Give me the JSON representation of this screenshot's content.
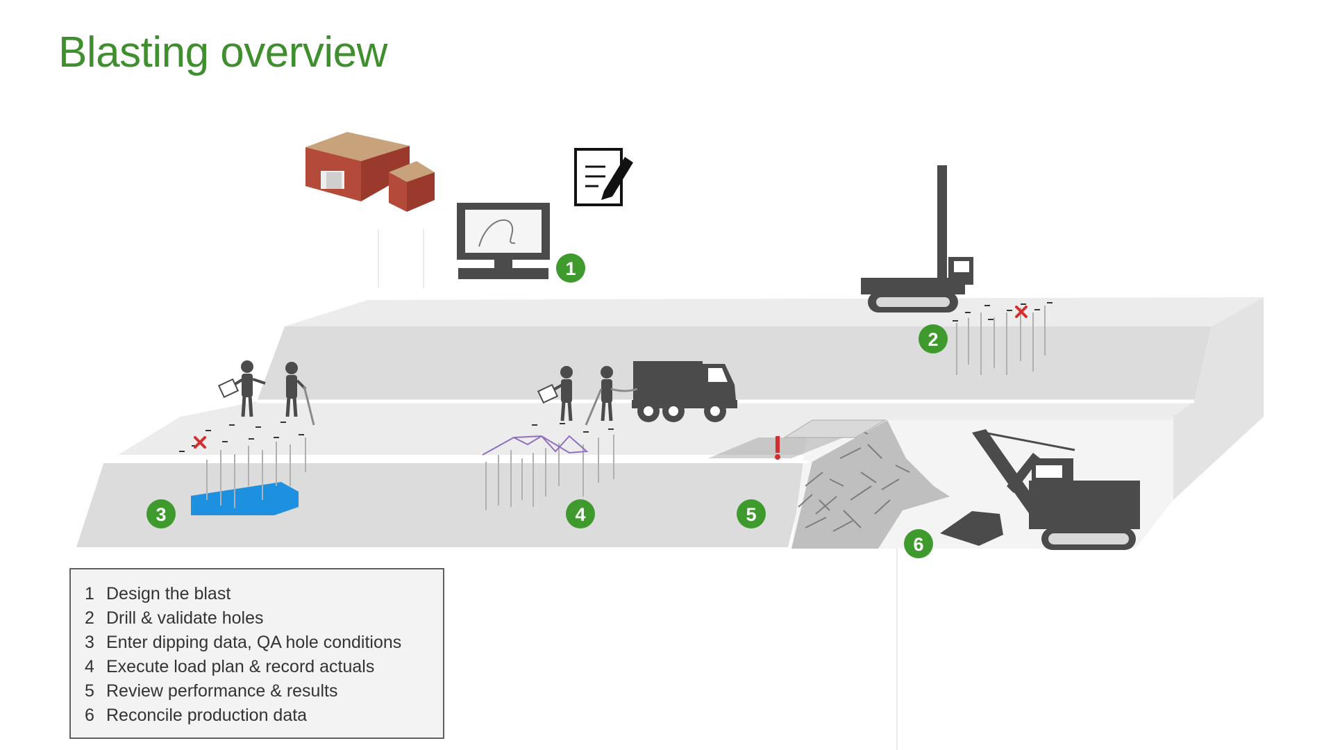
{
  "title": "Blasting overview",
  "colors": {
    "title": "#3f8f2f",
    "badge": "#3f9a2e",
    "ground_top": "#ececec",
    "ground_face": "#dcdcdc",
    "equipment": "#4b4b4b",
    "water": "#1e90e0",
    "marker": "#d32f2f",
    "accent_lines": "#8f6fc0"
  },
  "icons": [
    "building-icon",
    "document-edit-icon",
    "computer-monitor-icon",
    "drill-rig-icon",
    "truck-icon",
    "excavator-icon",
    "person-icon",
    "x-mark-icon",
    "exclamation-icon"
  ],
  "badges": [
    {
      "num": "1"
    },
    {
      "num": "2"
    },
    {
      "num": "3"
    },
    {
      "num": "4"
    },
    {
      "num": "5"
    },
    {
      "num": "6"
    }
  ],
  "legend": [
    {
      "num": "1",
      "text": "Design the blast"
    },
    {
      "num": "2",
      "text": "Drill & validate holes"
    },
    {
      "num": "3",
      "text": "Enter dipping data, QA hole conditions"
    },
    {
      "num": "4",
      "text": "Execute load plan & record actuals"
    },
    {
      "num": "5",
      "text": "Review performance & results"
    },
    {
      "num": "6",
      "text": "Reconcile production data"
    }
  ]
}
